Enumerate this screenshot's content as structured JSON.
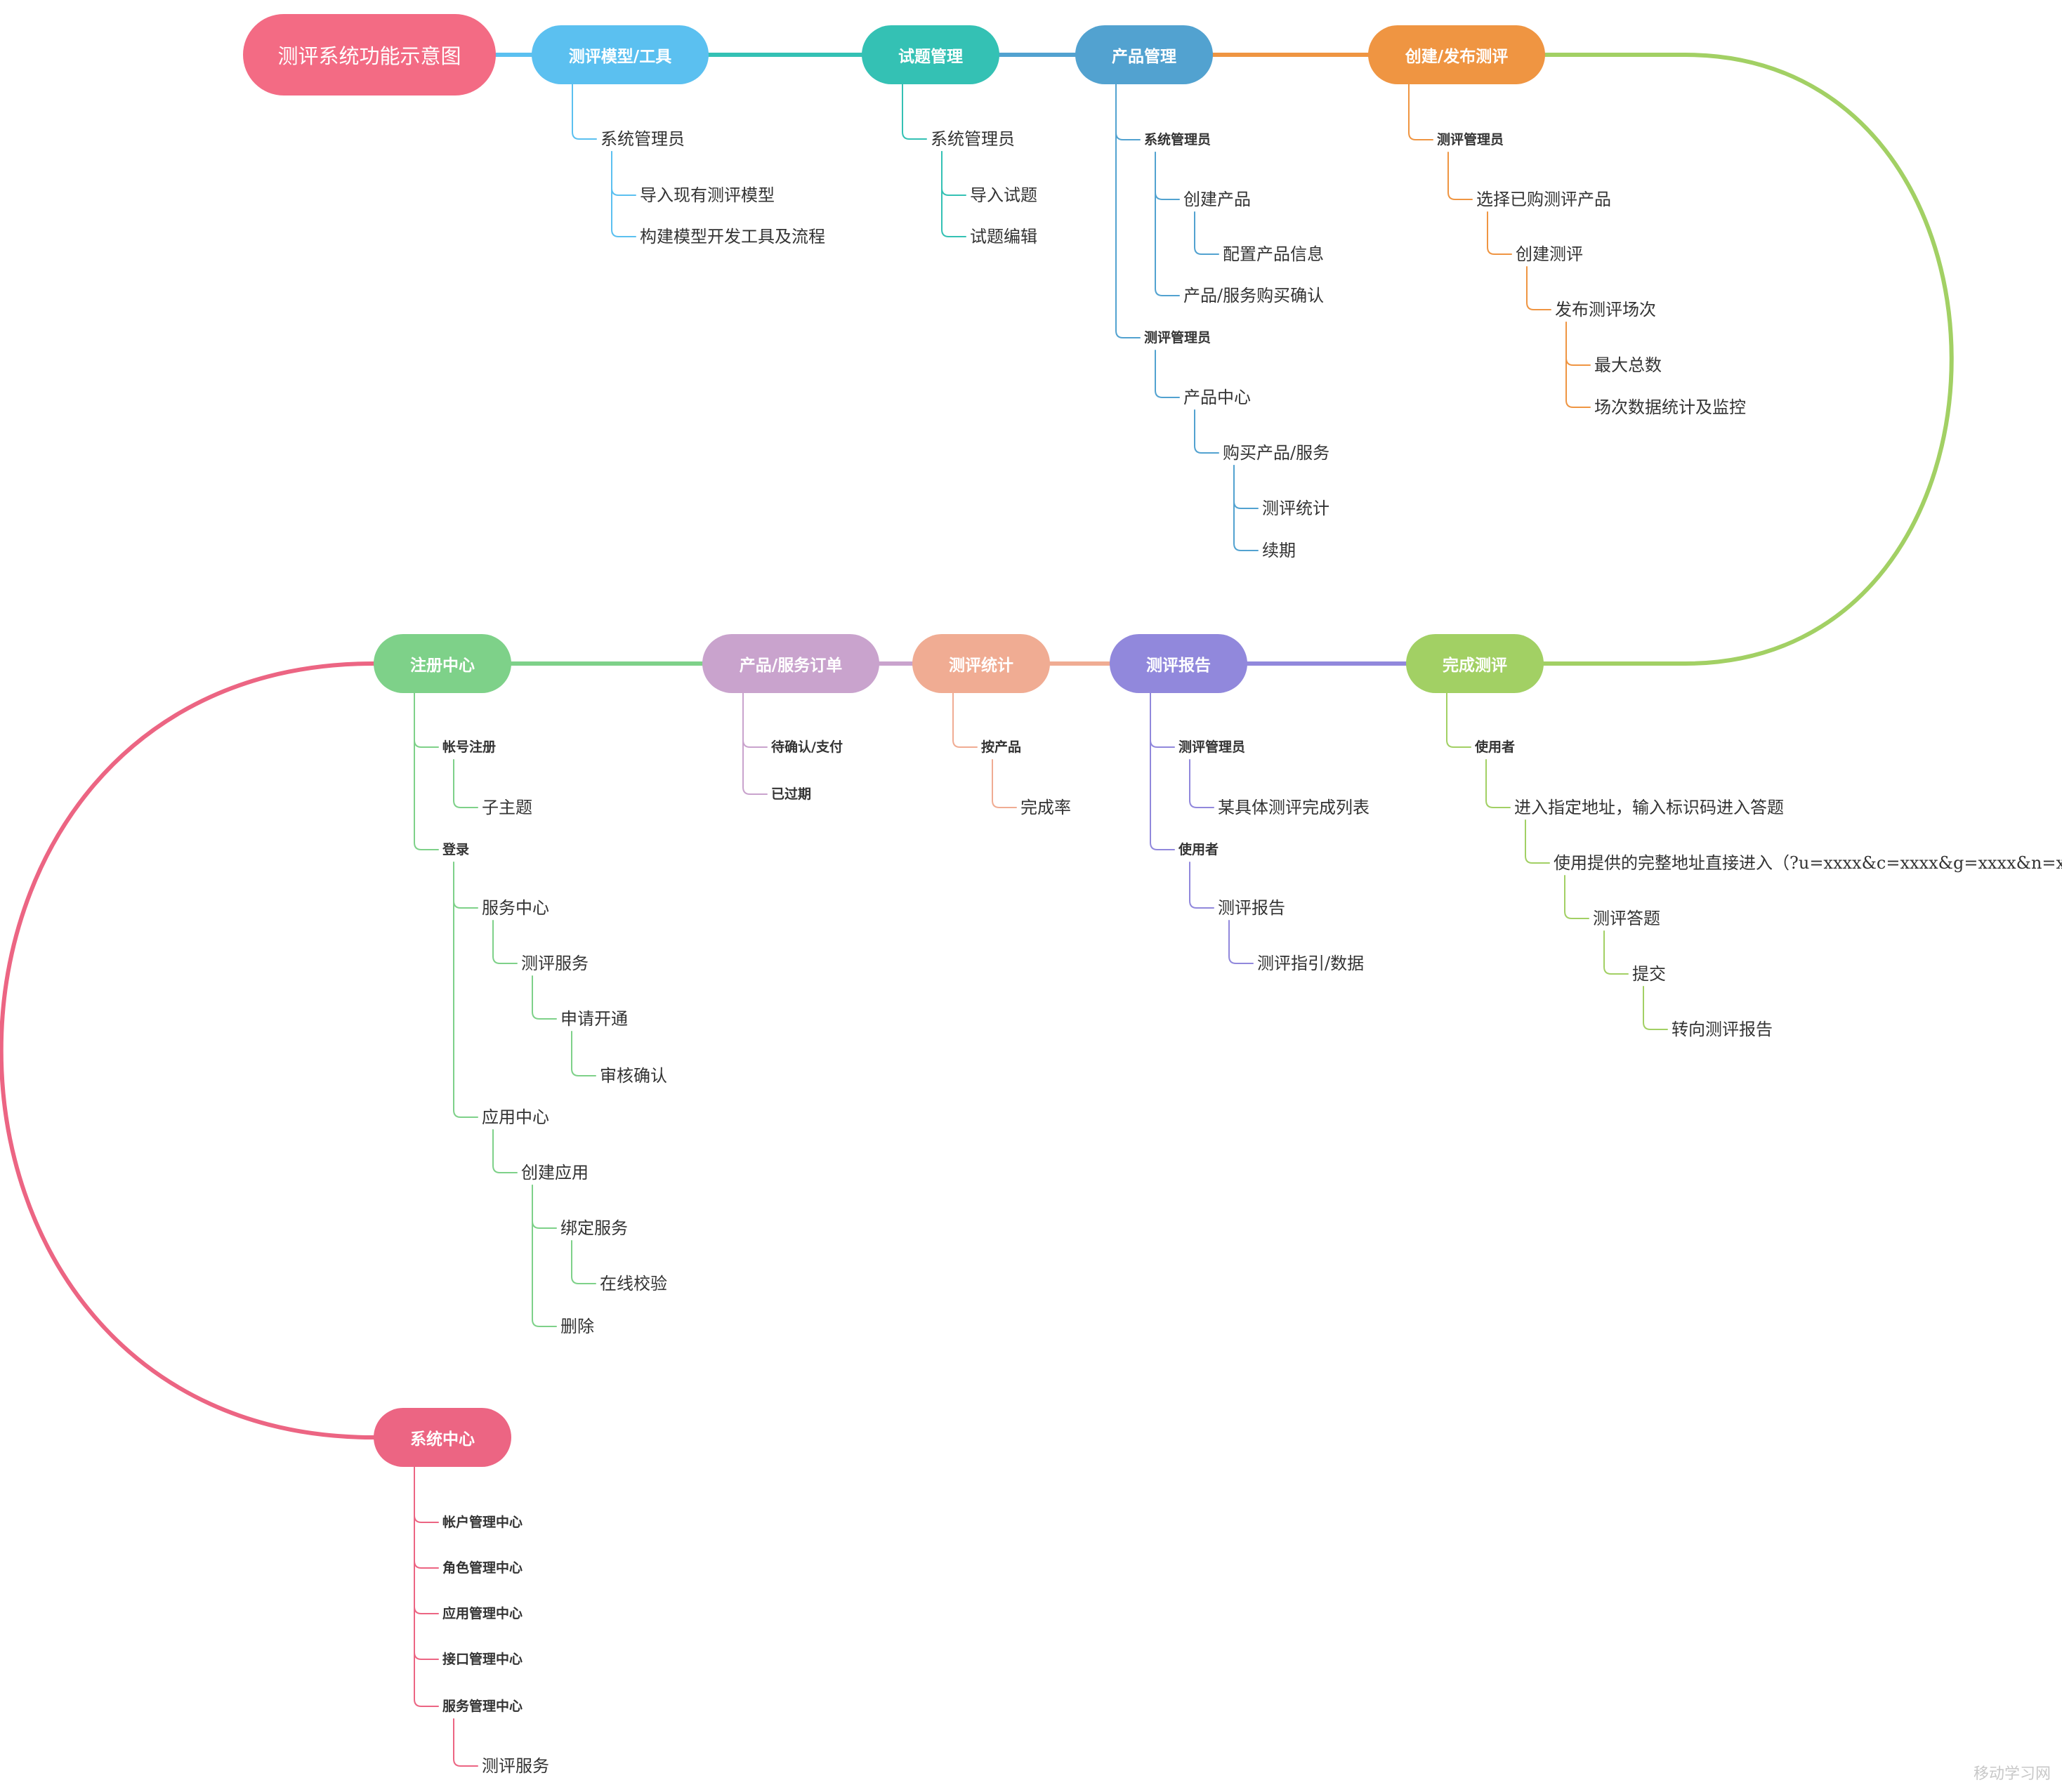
{
  "title": "测评系统功能示意图",
  "watermark": "移动学习网",
  "colors": {
    "model": "#5bc0f0",
    "question": "#34c1b4",
    "product": "#52a2d0",
    "publish": "#ef9542",
    "complete": "#a2d064",
    "report": "#9188dc",
    "stats": "#f0ac93",
    "orders": "#c9a3cd",
    "register": "#7ed189",
    "system": "#ec6583"
  },
  "topics": [
    {
      "id": "root",
      "label": "测评系统功能示意图",
      "color": "#f36b84"
    },
    {
      "id": "model",
      "label": "测评模型/工具",
      "color": "#5bc0f0"
    },
    {
      "id": "question",
      "label": "试题管理",
      "color": "#34c1b4"
    },
    {
      "id": "product",
      "label": "产品管理",
      "color": "#52a2d0"
    },
    {
      "id": "publish",
      "label": "创建/发布测评",
      "color": "#ef9542"
    },
    {
      "id": "complete",
      "label": "完成测评",
      "color": "#a2d064"
    },
    {
      "id": "report",
      "label": "测评报告",
      "color": "#9188dc"
    },
    {
      "id": "stats",
      "label": "测评统计",
      "color": "#f0ac93"
    },
    {
      "id": "orders",
      "label": "产品/服务订单",
      "color": "#c9a3cd"
    },
    {
      "id": "register",
      "label": "注册中心",
      "color": "#7ed189"
    },
    {
      "id": "system",
      "label": "系统中心",
      "color": "#ec6583"
    }
  ],
  "branches": {
    "model": [
      {
        "label": "系统管理员",
        "children": [
          {
            "label": "导入现有测评模型"
          },
          {
            "label": "构建模型开发工具及流程"
          }
        ]
      }
    ],
    "question": [
      {
        "label": "系统管理员",
        "children": [
          {
            "label": "导入试题"
          },
          {
            "label": "试题编辑"
          }
        ]
      }
    ],
    "product": [
      {
        "label": "系统管理员",
        "children": [
          {
            "label": "创建产品",
            "children": [
              {
                "label": "配置产品信息"
              }
            ]
          },
          {
            "label": "产品/服务购买确认"
          }
        ]
      },
      {
        "label": "测评管理员",
        "children": [
          {
            "label": "产品中心",
            "children": [
              {
                "label": "购买产品/服务",
                "children": [
                  {
                    "label": "测评统计"
                  },
                  {
                    "label": "续期"
                  }
                ]
              }
            ]
          }
        ]
      }
    ],
    "publish": [
      {
        "label": "测评管理员",
        "children": [
          {
            "label": "选择已购测评产品",
            "children": [
              {
                "label": "创建测评",
                "children": [
                  {
                    "label": "发布测评场次",
                    "children": [
                      {
                        "label": "最大总数"
                      },
                      {
                        "label": "场次数据统计及监控"
                      }
                    ]
                  }
                ]
              }
            ]
          }
        ]
      }
    ],
    "complete": [
      {
        "label": "使用者",
        "children": [
          {
            "label": "进入指定地址，输入标识码进入答题",
            "children": [
              {
                "label": "使用提供的完整地址直接进入（?u=xxxx&c=xxxx&g=xxxx&n=xxxx）",
                "children": [
                  {
                    "label": "测评答题",
                    "children": [
                      {
                        "label": "提交",
                        "children": [
                          {
                            "label": "转向测评报告"
                          }
                        ]
                      }
                    ]
                  }
                ]
              }
            ]
          }
        ]
      }
    ],
    "report": [
      {
        "label": "测评管理员",
        "children": [
          {
            "label": "某具体测评完成列表"
          }
        ]
      },
      {
        "label": "使用者",
        "children": [
          {
            "label": "测评报告",
            "children": [
              {
                "label": "测评指引/数据"
              }
            ]
          }
        ]
      }
    ],
    "stats": [
      {
        "label": "按产品",
        "children": [
          {
            "label": "完成率"
          }
        ]
      }
    ],
    "orders": [
      {
        "label": "待确认/支付"
      },
      {
        "label": "已过期"
      }
    ],
    "register": [
      {
        "label": "帐号注册",
        "children": [
          {
            "label": "子主题"
          }
        ]
      },
      {
        "label": "登录",
        "children": [
          {
            "label": "服务中心",
            "children": [
              {
                "label": "测评服务",
                "children": [
                  {
                    "label": "申请开通",
                    "children": [
                      {
                        "label": "审核确认"
                      }
                    ]
                  }
                ]
              }
            ]
          },
          {
            "label": "应用中心",
            "children": [
              {
                "label": "创建应用",
                "children": [
                  {
                    "label": "绑定服务",
                    "children": [
                      {
                        "label": "在线校验"
                      }
                    ]
                  },
                  {
                    "label": "删除"
                  }
                ]
              }
            ]
          }
        ]
      }
    ],
    "system": [
      {
        "label": "帐户管理中心"
      },
      {
        "label": "角色管理中心"
      },
      {
        "label": "应用管理中心"
      },
      {
        "label": "接口管理中心"
      },
      {
        "label": "服务管理中心",
        "children": [
          {
            "label": "测评服务"
          }
        ]
      }
    ]
  }
}
